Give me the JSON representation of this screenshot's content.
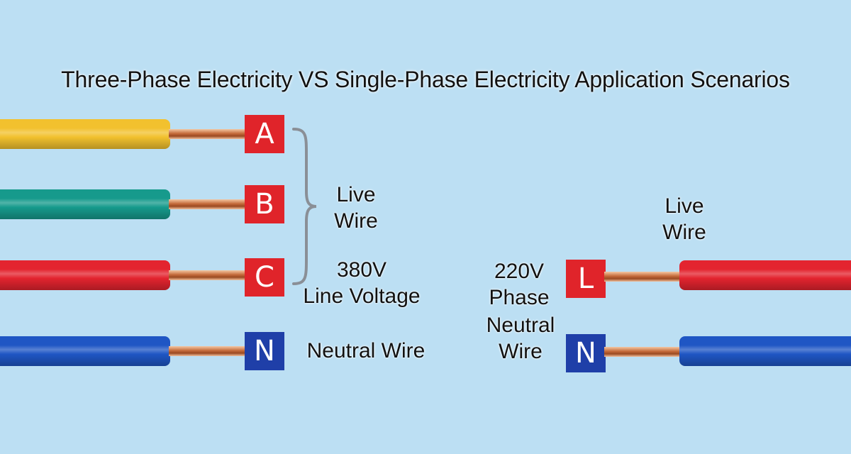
{
  "title": "Three-Phase Electricity VS Single-Phase Electricity Application Scenarios",
  "three_phase": {
    "conductors": [
      {
        "letter": "A",
        "wire_color": "#f2c12e",
        "badge_color": "#e0242a"
      },
      {
        "letter": "B",
        "wire_color": "#169a8c",
        "badge_color": "#e0242a"
      },
      {
        "letter": "C",
        "wire_color": "#e3242f",
        "badge_color": "#e0242a"
      },
      {
        "letter": "N",
        "wire_color": "#1f56c4",
        "badge_color": "#1f3fa8"
      }
    ],
    "live_wire_label": [
      "Live",
      "Wire"
    ],
    "voltage_label": [
      "380V",
      "Line Voltage"
    ],
    "neutral_label": "Neutral Wire"
  },
  "single_phase": {
    "conductors": [
      {
        "letter": "L",
        "wire_color": "#e3242f",
        "badge_color": "#e0242a"
      },
      {
        "letter": "N",
        "wire_color": "#1f56c4",
        "badge_color": "#1f3fa8"
      }
    ],
    "live_wire_label": [
      "Live",
      "Wire"
    ],
    "voltage_label": [
      "220V",
      "Phase"
    ],
    "neutral_label": [
      "Neutral",
      "Wire"
    ]
  }
}
